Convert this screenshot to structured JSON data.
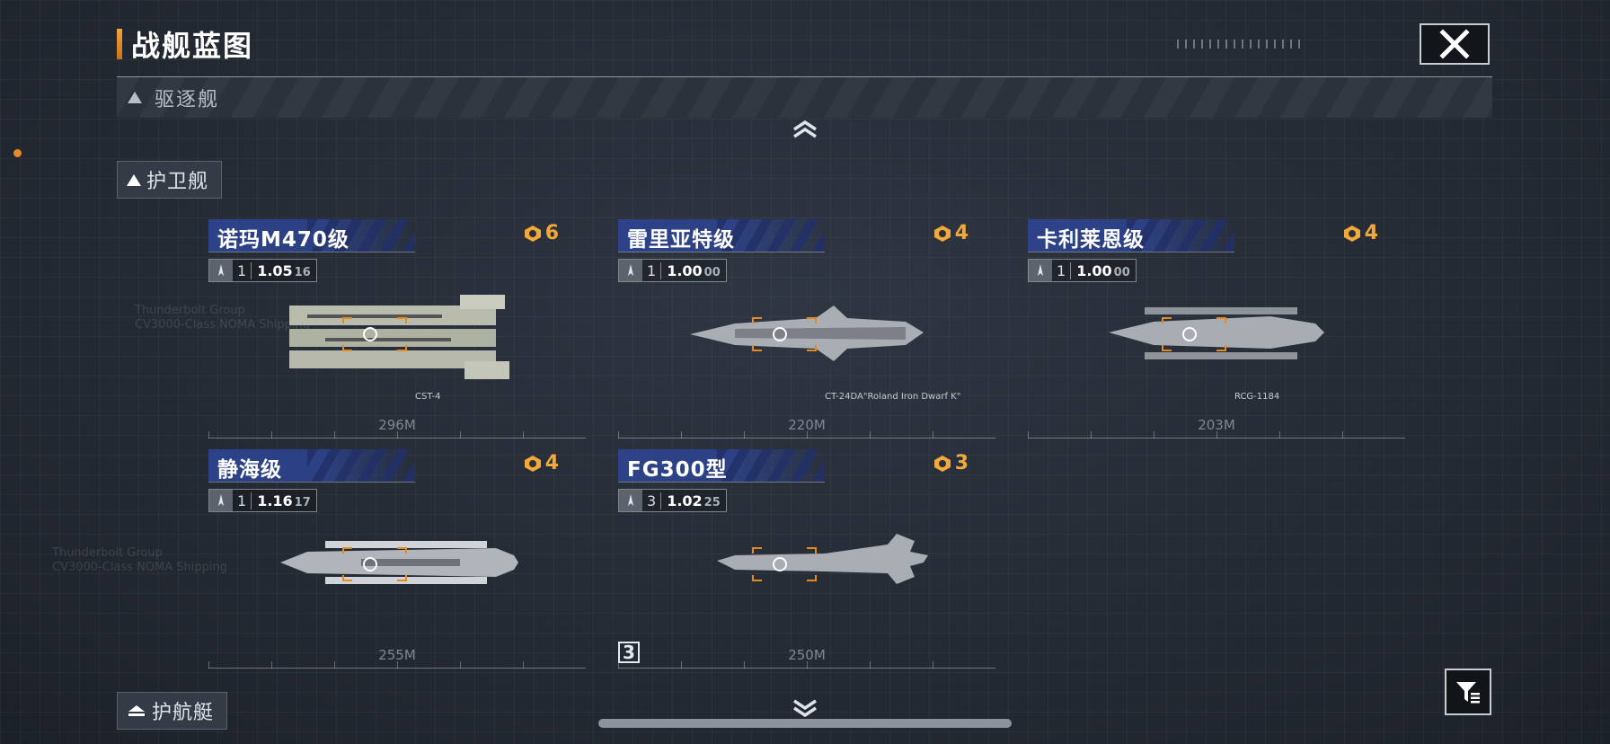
{
  "header": {
    "title": "战舰蓝图"
  },
  "categories": {
    "destroyer": "驱逐舰",
    "frigate": "护卫舰",
    "corvette": "护航艇"
  },
  "background_texts": [
    "Thunderbolt Group",
    "CV3000-Class NOMA Shipping",
    "Thunderbolt Group",
    "CV3000-Class NOMA Shipping"
  ],
  "ships": [
    {
      "name": "诺玛M470级",
      "count": "6",
      "tier": "1",
      "version": "1.05",
      "sub": "16",
      "length": "296M",
      "label": "CST-4",
      "accent": "#e58a1f"
    },
    {
      "name": "雷里亚特级",
      "count": "4",
      "tier": "1",
      "version": "1.00",
      "sub": "00",
      "length": "220M",
      "label": "CT-24DA\"Roland Iron Dwarf K\"",
      "accent": "#e58a1f"
    },
    {
      "name": "卡利莱恩级",
      "count": "4",
      "tier": "1",
      "version": "1.00",
      "sub": "00",
      "length": "203M",
      "label": "RCG-1184",
      "accent": "#e58a1f"
    },
    {
      "name": "静海级",
      "count": "4",
      "tier": "1",
      "version": "1.16",
      "sub": "17",
      "length": "255M",
      "label": "",
      "accent": "#e58a1f"
    },
    {
      "name": "FG300型",
      "count": "3",
      "tier": "3",
      "version": "1.02",
      "sub": "25",
      "length": "250M",
      "label": "",
      "badge": "3",
      "accent": "#e58a1f"
    }
  ],
  "colors": {
    "accent_orange": "#f2a93b",
    "card_head_blue": "#2d438c",
    "bg": "#252b35"
  }
}
